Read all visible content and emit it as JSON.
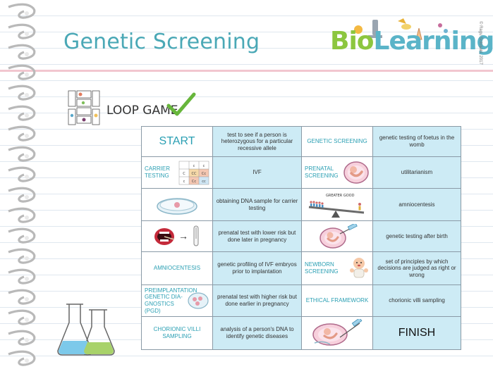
{
  "page": {
    "title": "Genetic Screening",
    "logo": {
      "bio": "Bio",
      "learning": "Learning",
      "copyright": "© Ragu Sotosaki, 2017"
    },
    "game_label": "LOOP GAME"
  },
  "table": {
    "rows": [
      [
        "START",
        "test to see if a person is heterozygous for a particular recessive allele",
        "GENETIC SCREENING",
        "genetic testing of foetus in the womb"
      ],
      [
        "CARRIER TESTING",
        "IVF",
        "PRENATAL SCREENING",
        "utilitarianism"
      ],
      [
        "",
        "obtaining DNA sample for carrier testing",
        "GREATER GOOD",
        "amniocentesis"
      ],
      [
        "→",
        "prenatal test with lower risk but done later in pregnancy",
        "",
        "genetic testing after birth"
      ],
      [
        "AMNIOCENTESIS",
        "genetic profiling of IVF embryos prior to implantation",
        "NEWBORN SCREENING",
        "set of principles by which decisions are judged as right or wrong"
      ],
      [
        "PREIMPLANTATION GENETIC DIA-GNOSTICS (PGD)",
        "prenatal test with higher risk but done earlier in pregnancy",
        "ETHICAL FRAMEWORK",
        "chorionic villi sampling"
      ],
      [
        "CHORIONIC VILLI SAMPLING",
        "analysis of a person's DNA to identify genetic diseases",
        "",
        "FINISH"
      ]
    ],
    "punnett": [
      "c",
      "c",
      "C",
      "CC",
      "Cc",
      "c",
      "Cc",
      "cc"
    ]
  }
}
